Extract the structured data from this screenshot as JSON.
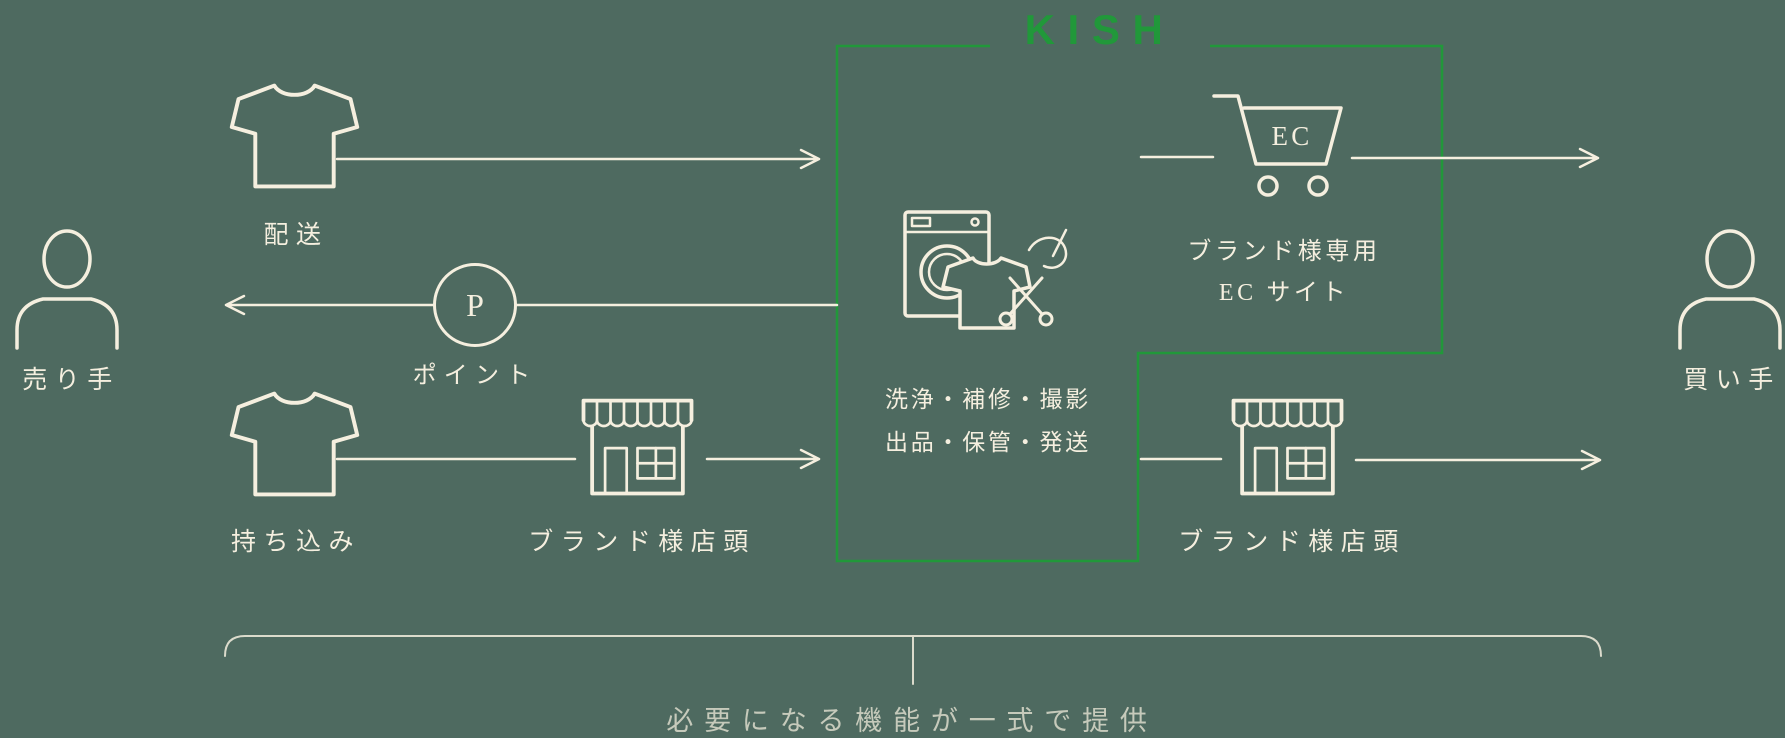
{
  "title": "KISH",
  "colors": {
    "background": "#4e6a60",
    "line_cream": "#f5efdf",
    "accent_green": "#21983a"
  },
  "actors": {
    "seller": "売り手",
    "buyer": "買い手"
  },
  "flows": {
    "delivery": "配送",
    "points_symbol": "P",
    "points": "ポイント",
    "bring_in": "持ち込み",
    "store_left": "ブランド様店頭",
    "store_right": "ブランド様店頭"
  },
  "kish_box": {
    "services_line1": "洗浄・補修・撮影",
    "services_line2": "出品・保管・発送",
    "ec_cart": "EC",
    "ec_line1": "ブランド様専用",
    "ec_line2": "EC サイト"
  },
  "caption": "必要になる機能が一式で提供",
  "icons": {
    "seller": "person-outline",
    "buyer": "person-outline",
    "delivery": "tshirt",
    "bring_in": "tshirt",
    "store": "storefront",
    "kish_process": "washing-machine-tshirt-scissors-thread",
    "ec": "shopping-cart"
  }
}
